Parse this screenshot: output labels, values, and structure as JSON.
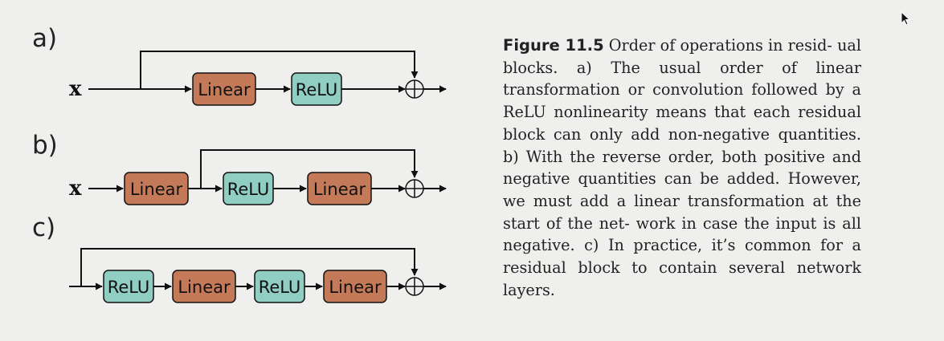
{
  "panels": {
    "a": {
      "label": "a)",
      "input": "x",
      "blocks": [
        "Linear",
        "ReLU"
      ]
    },
    "b": {
      "label": "b)",
      "input": "x",
      "blocks": [
        "Linear",
        "ReLU",
        "Linear"
      ]
    },
    "c": {
      "label": "c)",
      "blocks": [
        "ReLU",
        "Linear",
        "ReLU",
        "Linear"
      ]
    }
  },
  "caption": {
    "figure_label": "Figure 11.5",
    "lines": [
      "Order of operations in resid-",
      "ual blocks. a) The usual order of linear",
      "transformation or convolution followed",
      "by a ReLU nonlinearity means that each",
      "residual block can only add non-negative",
      "quantities.  b) With the reverse order,",
      "both positive and negative quantities can",
      "be added. However, we must add a linear",
      "transformation at the start of the net-",
      "work in case the input is all negative. c)",
      "In practice, it’s common for a residual",
      "block to contain several network layers."
    ]
  },
  "colors": {
    "linear_fill": "#c47a58",
    "relu_fill": "#90cdc2",
    "stroke": "#111111"
  },
  "icons": {
    "cursor": "mouse-pointer-icon",
    "sum": "circled-plus-icon"
  }
}
